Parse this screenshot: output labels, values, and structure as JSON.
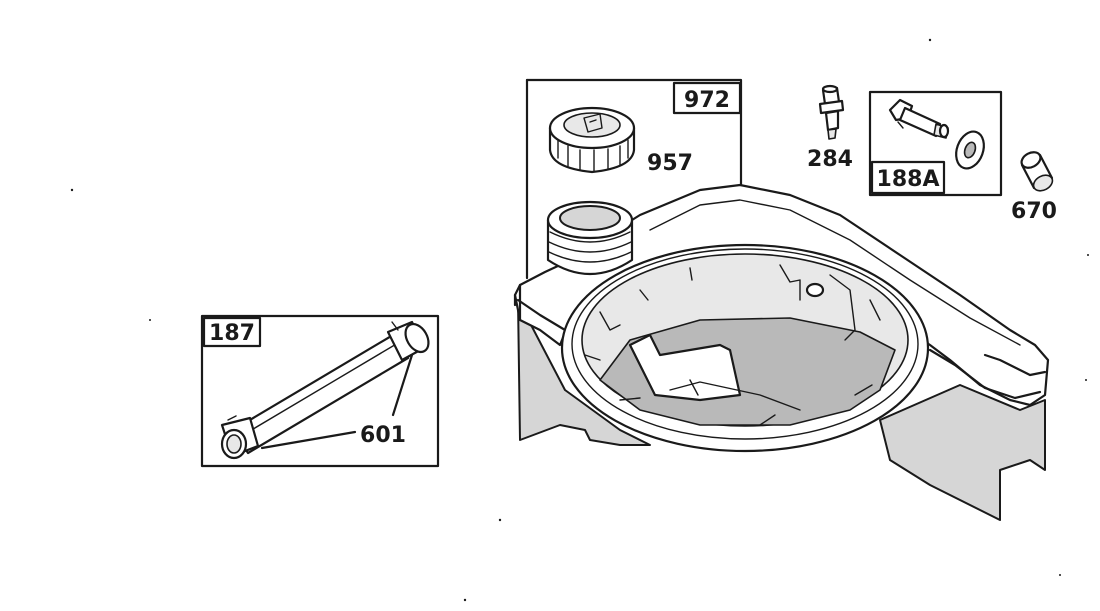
{
  "labels": {
    "kit_972": "972",
    "cap_957": "957",
    "part_284": "284",
    "kit_188a": "188A",
    "part_670": "670",
    "kit_187": "187",
    "part_601": "601"
  }
}
